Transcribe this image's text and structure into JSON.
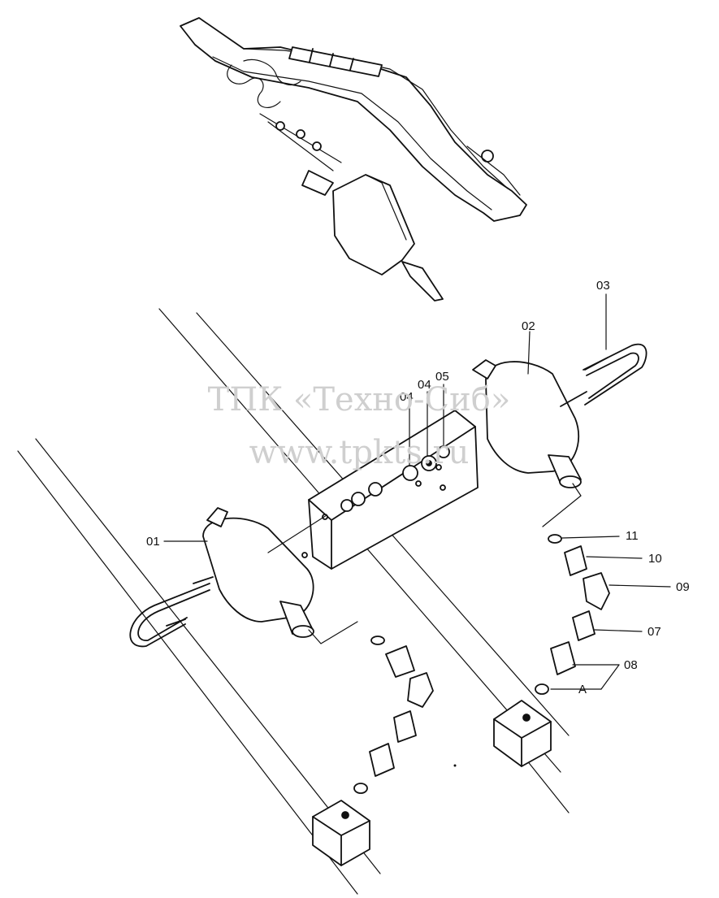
{
  "watermark": {
    "company": "ТПК «Техно-Сиб»",
    "url": "www.tpkts.ru",
    "color": "#cfcfcf"
  },
  "callouts": {
    "c01": "01",
    "c02": "02",
    "c03": "03",
    "c04a": "04",
    "c04b": "04",
    "c05": "05",
    "c07": "07",
    "c08": "08",
    "c09": "09",
    "c10": "10",
    "c11": "11",
    "cA": "A"
  },
  "colors": {
    "line": "#111111",
    "background": "#ffffff"
  }
}
